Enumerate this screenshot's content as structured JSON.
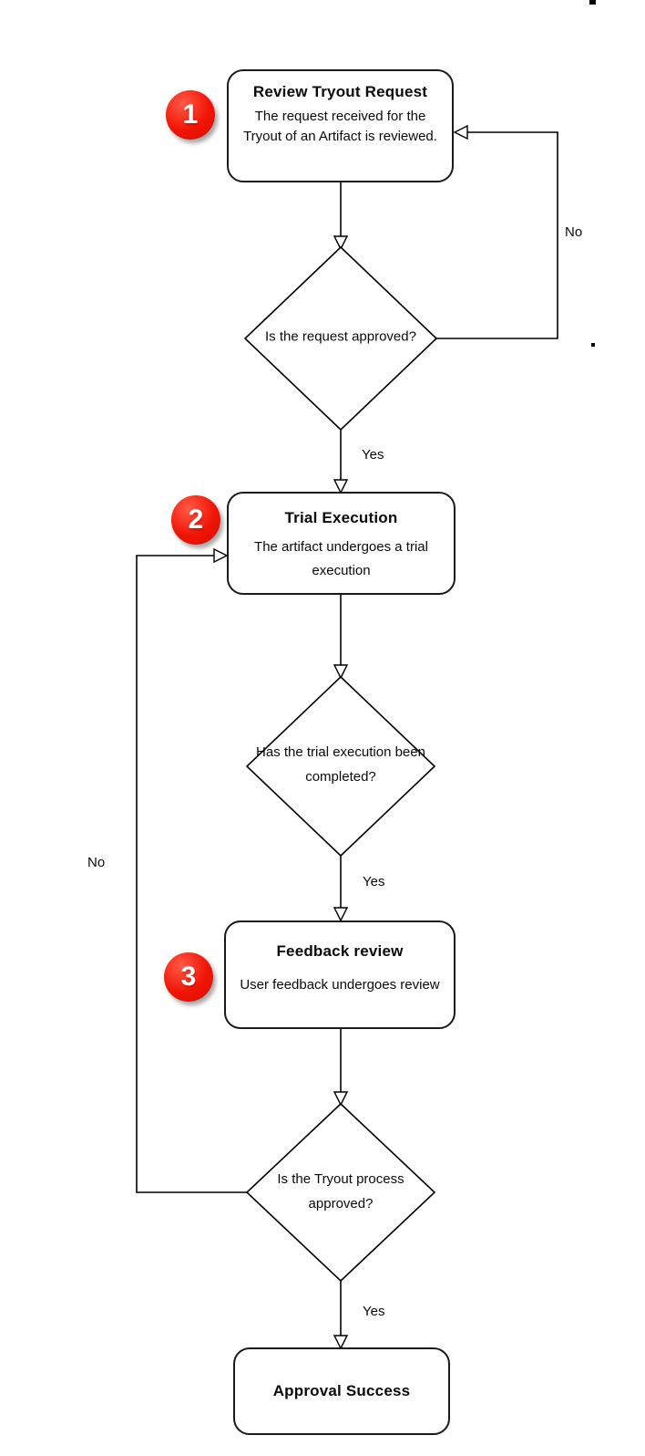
{
  "flowchart": {
    "colors": {
      "badge_red": "#ee1100",
      "line": "#000000",
      "node_fill": "#ffffff",
      "node_border": "#000000"
    },
    "nodes": [
      {
        "badge": "1",
        "title": "Review Tryout Request",
        "description": "The request received for the Tryout of an Artifact is reviewed."
      },
      {
        "badge": "2",
        "title": "Trial Execution",
        "description": "The artifact undergoes a trial execution"
      },
      {
        "badge": "3",
        "title": "Feedback review",
        "description": "User feedback undergoes review"
      },
      {
        "title": "Approval Success"
      }
    ],
    "decisions": [
      {
        "question": "Is the request approved?",
        "yes_label": "Yes",
        "no_label": "No"
      },
      {
        "question": "Has the trial execution been completed?",
        "yes_label": "Yes"
      },
      {
        "question": "Is the Tryout process approved?",
        "yes_label": "Yes",
        "no_label": "No"
      }
    ]
  }
}
